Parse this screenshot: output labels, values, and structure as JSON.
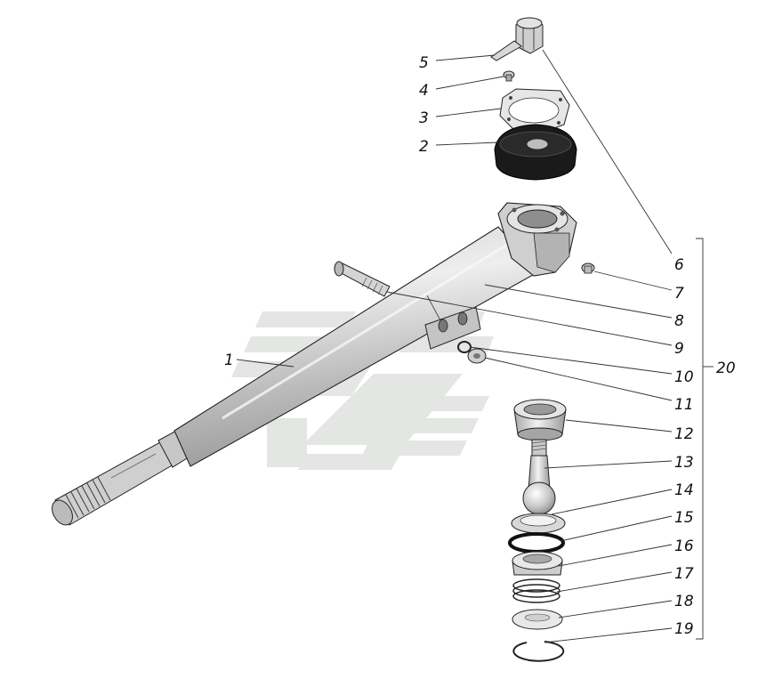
{
  "callouts": [
    {
      "id": "1",
      "text": "1"
    },
    {
      "id": "2",
      "text": "2"
    },
    {
      "id": "3",
      "text": "3"
    },
    {
      "id": "4",
      "text": "4"
    },
    {
      "id": "5",
      "text": "5"
    },
    {
      "id": "6",
      "text": "6"
    },
    {
      "id": "7",
      "text": "7"
    },
    {
      "id": "8",
      "text": "8"
    },
    {
      "id": "9",
      "text": "9"
    },
    {
      "id": "10",
      "text": "10"
    },
    {
      "id": "11",
      "text": "11"
    },
    {
      "id": "12",
      "text": "12"
    },
    {
      "id": "13",
      "text": "13"
    },
    {
      "id": "14",
      "text": "14"
    },
    {
      "id": "15",
      "text": "15"
    },
    {
      "id": "16",
      "text": "16"
    },
    {
      "id": "17",
      "text": "17"
    },
    {
      "id": "18",
      "text": "18"
    },
    {
      "id": "19",
      "text": "19"
    },
    {
      "id": "20",
      "text": "20"
    }
  ],
  "colors": {
    "part_light": "#d9d9d9",
    "part_mid": "#bdbdbd",
    "part_dark": "#8c8c8c",
    "outline": "#222222",
    "watermark": "#e3e6e3",
    "seal_black": "#1a1a1a"
  }
}
